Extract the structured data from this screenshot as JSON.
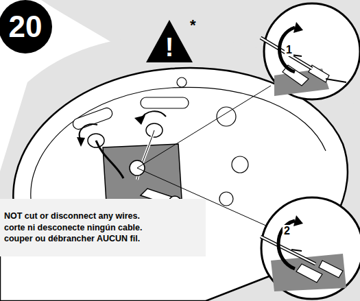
{
  "diagram": {
    "nodes": [
      {
        "text": [
          "20"
        ]
      },
      {
        "text": [
          "!"
        ]
      },
      {
        "text": [
          "NOT cut or disconnect any wires.",
          "corte ni desconecte ningún cable.",
          "couper ou débrancher AUCUN fil."
        ]
      }
    ],
    "labels": [
      "*",
      "1",
      "2"
    ]
  }
}
